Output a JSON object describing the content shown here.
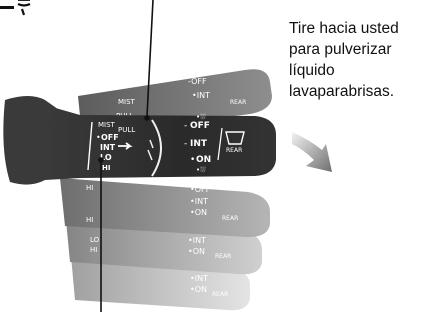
{
  "caption": {
    "lines": [
      "Tire hacia usted",
      "para pulverizar",
      "líquido",
      "lavaparabrisas."
    ]
  },
  "stalk_labels": {
    "off": "OFF",
    "int": "INT",
    "on": "ON",
    "rear": "REAR",
    "mist": "MIST",
    "pull": "PULL",
    "lo": "LO",
    "hi": "HI"
  },
  "colors": {
    "stalk_dark": "#2b2b2b",
    "stalk_mid": "#5a5a5a",
    "arrow": "#8c8c8c",
    "text": "#111111"
  },
  "icons": [
    "washer-fluid-icon",
    "rear-window-icon",
    "motion-arrow-icon"
  ]
}
